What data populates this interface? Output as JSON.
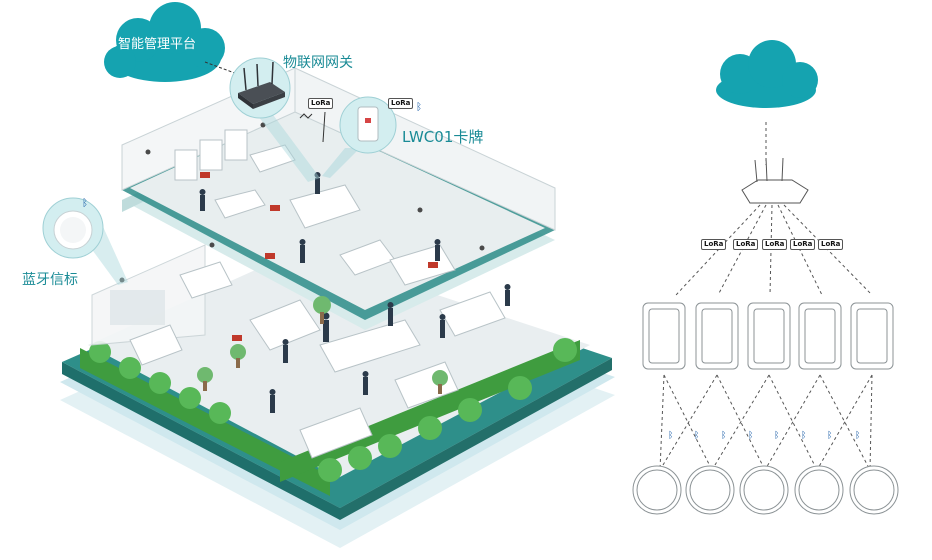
{
  "left_scene": {
    "platform_label": "智能管理平台",
    "gateway_label": "物联网网关",
    "card_label": "LWC01卡牌",
    "beacon_label": "蓝牙信标",
    "lora_tag": "LoRa"
  },
  "topology": {
    "lora_tags": [
      "LoRa",
      "LoRa",
      "LoRa",
      "LoRa",
      "LoRa"
    ],
    "card_count": 5,
    "beacon_count": 5,
    "bluetooth_symbol": "bluetooth-icon"
  },
  "colors": {
    "teal": "#1a9aa6",
    "floor_teal": "#2e8f8a",
    "green": "#4cae4c",
    "line": "#555555"
  }
}
